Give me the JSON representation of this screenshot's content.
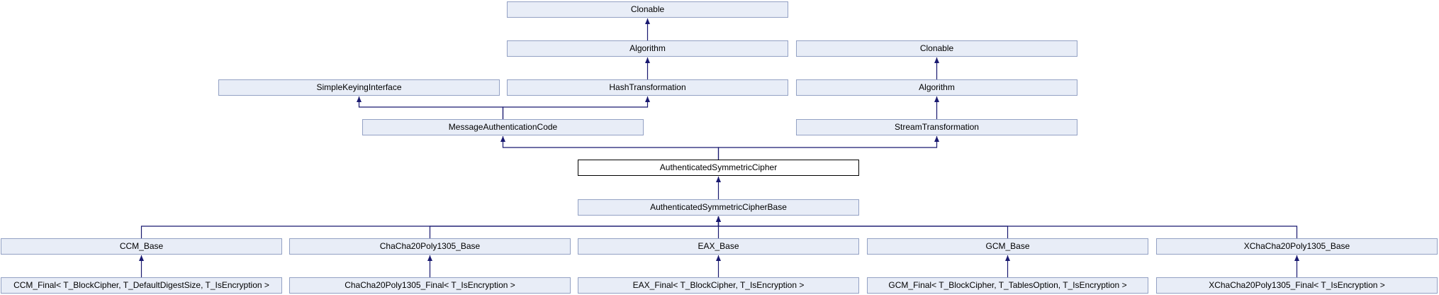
{
  "diagram": {
    "type": "class-inheritance-diagram",
    "focused_class": "AuthenticatedSymmetricCipher",
    "nodes": [
      {
        "id": "clonable1",
        "label": "Clonable",
        "highlighted": false
      },
      {
        "id": "algorithm1",
        "label": "Algorithm",
        "highlighted": false
      },
      {
        "id": "clonable2",
        "label": "Clonable",
        "highlighted": false
      },
      {
        "id": "ski",
        "label": "SimpleKeyingInterface",
        "highlighted": false
      },
      {
        "id": "hash",
        "label": "HashTransformation",
        "highlighted": false
      },
      {
        "id": "algorithm2",
        "label": "Algorithm",
        "highlighted": false
      },
      {
        "id": "mac",
        "label": "MessageAuthenticationCode",
        "highlighted": false
      },
      {
        "id": "stream",
        "label": "StreamTransformation",
        "highlighted": false
      },
      {
        "id": "asc",
        "label": "AuthenticatedSymmetricCipher",
        "highlighted": true
      },
      {
        "id": "ascbase",
        "label": "AuthenticatedSymmetricCipherBase",
        "highlighted": false
      },
      {
        "id": "ccm_base",
        "label": "CCM_Base",
        "highlighted": false
      },
      {
        "id": "chacha_base",
        "label": "ChaCha20Poly1305_Base",
        "highlighted": false
      },
      {
        "id": "eax_base",
        "label": "EAX_Base",
        "highlighted": false
      },
      {
        "id": "gcm_base",
        "label": "GCM_Base",
        "highlighted": false
      },
      {
        "id": "xchacha_base",
        "label": "XChaCha20Poly1305_Base",
        "highlighted": false
      },
      {
        "id": "ccm_final",
        "label": "CCM_Final< T_BlockCipher, T_DefaultDigestSize, T_IsEncryption >",
        "highlighted": false
      },
      {
        "id": "chacha_final",
        "label": "ChaCha20Poly1305_Final< T_IsEncryption >",
        "highlighted": false
      },
      {
        "id": "eax_final",
        "label": "EAX_Final< T_BlockCipher, T_IsEncryption >",
        "highlighted": false
      },
      {
        "id": "gcm_final",
        "label": "GCM_Final< T_BlockCipher, T_TablesOption, T_IsEncryption >",
        "highlighted": false
      },
      {
        "id": "xchacha_final",
        "label": "XChaCha20Poly1305_Final< T_IsEncryption >",
        "highlighted": false
      }
    ],
    "edges": [
      {
        "from": "algorithm1",
        "to": "clonable1"
      },
      {
        "from": "hash",
        "to": "algorithm1"
      },
      {
        "from": "algorithm2",
        "to": "clonable2"
      },
      {
        "from": "mac",
        "to": "ski"
      },
      {
        "from": "mac",
        "to": "hash"
      },
      {
        "from": "stream",
        "to": "algorithm2"
      },
      {
        "from": "asc",
        "to": "mac"
      },
      {
        "from": "asc",
        "to": "stream"
      },
      {
        "from": "ascbase",
        "to": "asc"
      },
      {
        "from": "ccm_base",
        "to": "ascbase"
      },
      {
        "from": "chacha_base",
        "to": "ascbase"
      },
      {
        "from": "eax_base",
        "to": "ascbase"
      },
      {
        "from": "gcm_base",
        "to": "ascbase"
      },
      {
        "from": "xchacha_base",
        "to": "ascbase"
      },
      {
        "from": "ccm_final",
        "to": "ccm_base"
      },
      {
        "from": "chacha_final",
        "to": "chacha_base"
      },
      {
        "from": "eax_final",
        "to": "eax_base"
      },
      {
        "from": "gcm_final",
        "to": "gcm_base"
      },
      {
        "from": "xchacha_final",
        "to": "xchacha_base"
      }
    ]
  },
  "colors": {
    "node_fill": "#e8edf7",
    "node_border": "#93a1c4",
    "current_fill": "#ffffff",
    "current_border": "#000000",
    "edge": "#191970",
    "text": "#000000",
    "background": "#ffffff"
  }
}
